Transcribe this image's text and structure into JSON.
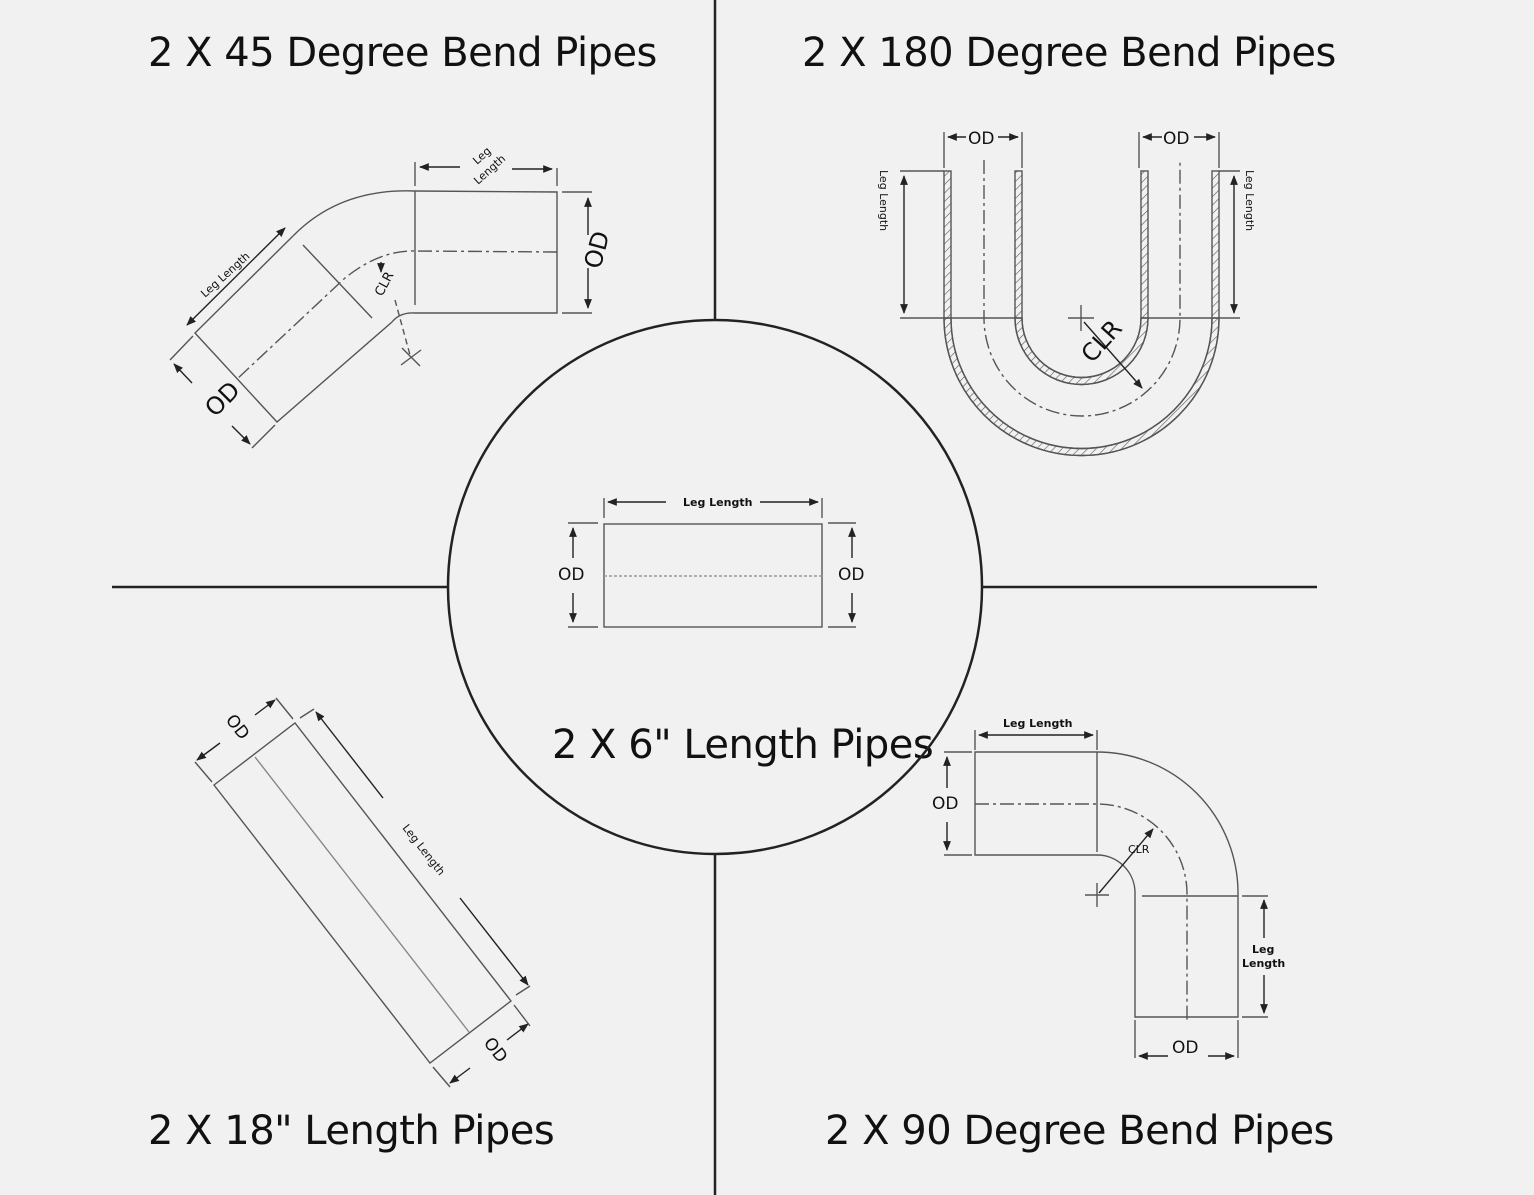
{
  "titles": {
    "top_left": "2 X 45 Degree Bend Pipes",
    "top_right": "2 X 180 Degree Bend Pipes",
    "center": "2 X 6\" Length Pipes",
    "bottom_left": "2 X 18\" Length Pipes",
    "bottom_right": "2 X 90 Degree Bend Pipes"
  },
  "labels": {
    "od": "OD",
    "leg_length": "Leg Length",
    "leg": "Leg",
    "length": "Length",
    "clr": "CLR"
  },
  "colors": {
    "background": "#f1f1f1",
    "line": "#222222",
    "drawing": "#555555"
  }
}
